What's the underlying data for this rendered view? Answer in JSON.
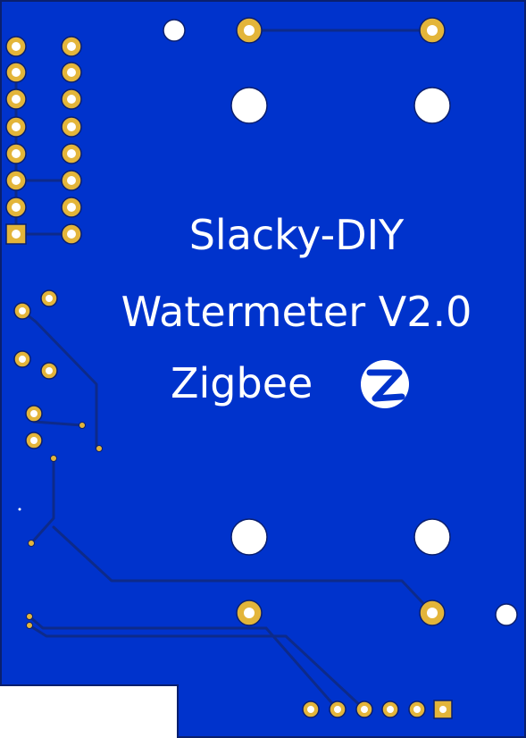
{
  "colors": {
    "board": "#0033CC",
    "trace": "#0D2A8A",
    "pad": "#E3B53A",
    "silkscreen": "#FFFFFF",
    "background": "#FFFFFF"
  },
  "silkscreen": {
    "line1": "Slacky-DIY",
    "line2": "Watermeter V2.0",
    "line3": "Zigbee"
  },
  "logo": {
    "name": "zigbee-logo-icon",
    "letter": "Z"
  }
}
